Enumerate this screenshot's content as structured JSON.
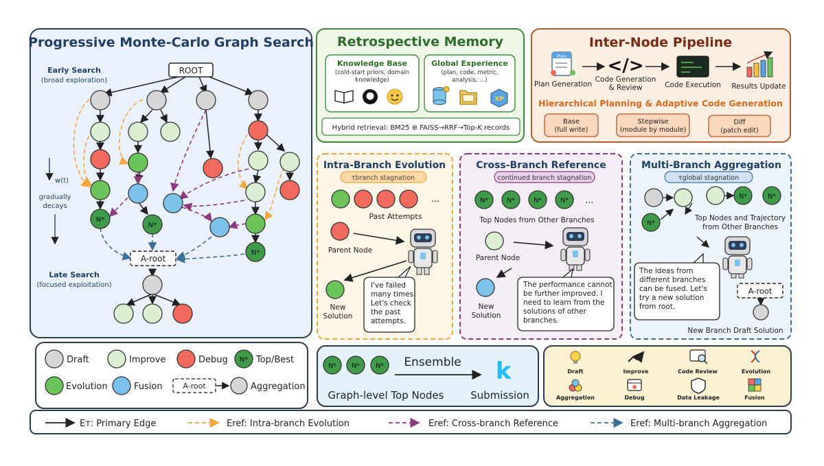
{
  "mcgs": {
    "title": "Progressive Monte-Carlo Graph Search",
    "root_label": "ROOT",
    "early_search": "Early Search",
    "early_sub": "(broad exploration)",
    "wt": "w(t)",
    "decay1": "gradually",
    "decay2": "decays",
    "late_search": "Late Search",
    "late_sub": "(focused exploitation)",
    "aroot": "A-root",
    "nstar": "N*"
  },
  "legend": {
    "draft": "Draft",
    "improve": "Improve",
    "debug": "Debug",
    "top": "Top/Best",
    "evolution": "Evolution",
    "fusion": "Fusion",
    "aroot": "A-root",
    "aggregation": "Aggregation"
  },
  "memory": {
    "title": "Retrospective Memory",
    "kb_title": "Knowledge Base",
    "kb_sub1": "(cold-start priors, domain",
    "kb_sub2": "knowledge)",
    "ge_title": "Global Experience",
    "ge_sub1": "(plan, code, metric,",
    "ge_sub2": "analysis, ...)",
    "retrieval": "Hybrid retrieval: BM25 ⊕ FAISS→RRF→Top-K records",
    "xp": "XP"
  },
  "pipeline": {
    "title": "Inter-Node Pipeline",
    "plan_badge": "Plan",
    "step1": "Plan Generation",
    "step2a": "Code Generation",
    "step2b": "& Review",
    "step3": "Code Execution",
    "step4": "Results Update",
    "subtitle": "Hierarchical Planning & Adaptive Code Generation",
    "mode1a": "Base",
    "mode1b": "(full write)",
    "mode2a": "Stepwise",
    "mode2b": "(module by module)",
    "mode3a": "Diff",
    "mode3b": "(patch edit)"
  },
  "intra": {
    "title": "Intra-Branch Evolution",
    "tag": "τbranch stagnation",
    "past": "Past Attempts",
    "parent": "Parent Node",
    "speech1": "I've failed",
    "speech2": "many times.",
    "speech3": "Let's check",
    "speech4": "the past",
    "speech5": "attempts.",
    "new1": "New",
    "new2": "Solution",
    "dots": "..."
  },
  "cross": {
    "title": "Cross-Branch Reference",
    "tag": "continued branch stagnation",
    "top_nodes": "Top Nodes from Other Branches",
    "parent": "Parent Node",
    "speech1": "The performance cannot",
    "speech2": "be further improved. I",
    "speech3": "need to learn from the",
    "speech4": "solutions of other",
    "speech5": "branches.",
    "new1": "New",
    "new2": "Solution",
    "dots": "..."
  },
  "multi": {
    "title": "Multi-Branch Aggregation",
    "tag": "τglobal stagnation",
    "top1": "Top Nodes and Trajectory",
    "top2": "from Other Branches",
    "speech1": "The    ideas    from",
    "speech2": "different  branches",
    "speech3": "can be fused. Let's",
    "speech4": "try a new solution",
    "speech5": "from root.",
    "aroot": "A-root",
    "draft_sol": "New Branch Draft Solution"
  },
  "ensemble": {
    "label": "Ensemble",
    "left": "Graph-level Top Nodes",
    "right": "Submission",
    "logo": "k"
  },
  "icons": {
    "items": [
      "Draft",
      "Improve",
      "Code Review",
      "Evolution",
      "Aggregation",
      "Debug",
      "Data Leakage",
      "Fusion"
    ]
  },
  "edges": {
    "primary": "Eᴛ: Primary Edge",
    "intra": "Eref: Intra-branch Evolution",
    "cross": "Eref: Cross-branch Reference",
    "multi": "Eref: Multi-branch Aggregation"
  },
  "colors": {
    "draft": "#d6d6d6",
    "improve": "#dcefd2",
    "debug": "#f06a5e",
    "top": "#3f9a4a",
    "evolution": "#6cc35a",
    "fusion": "#7cc2ea",
    "orange_edge": "#f3a63c",
    "purple_edge": "#8e3a7e",
    "blue_edge": "#3b6f98"
  }
}
